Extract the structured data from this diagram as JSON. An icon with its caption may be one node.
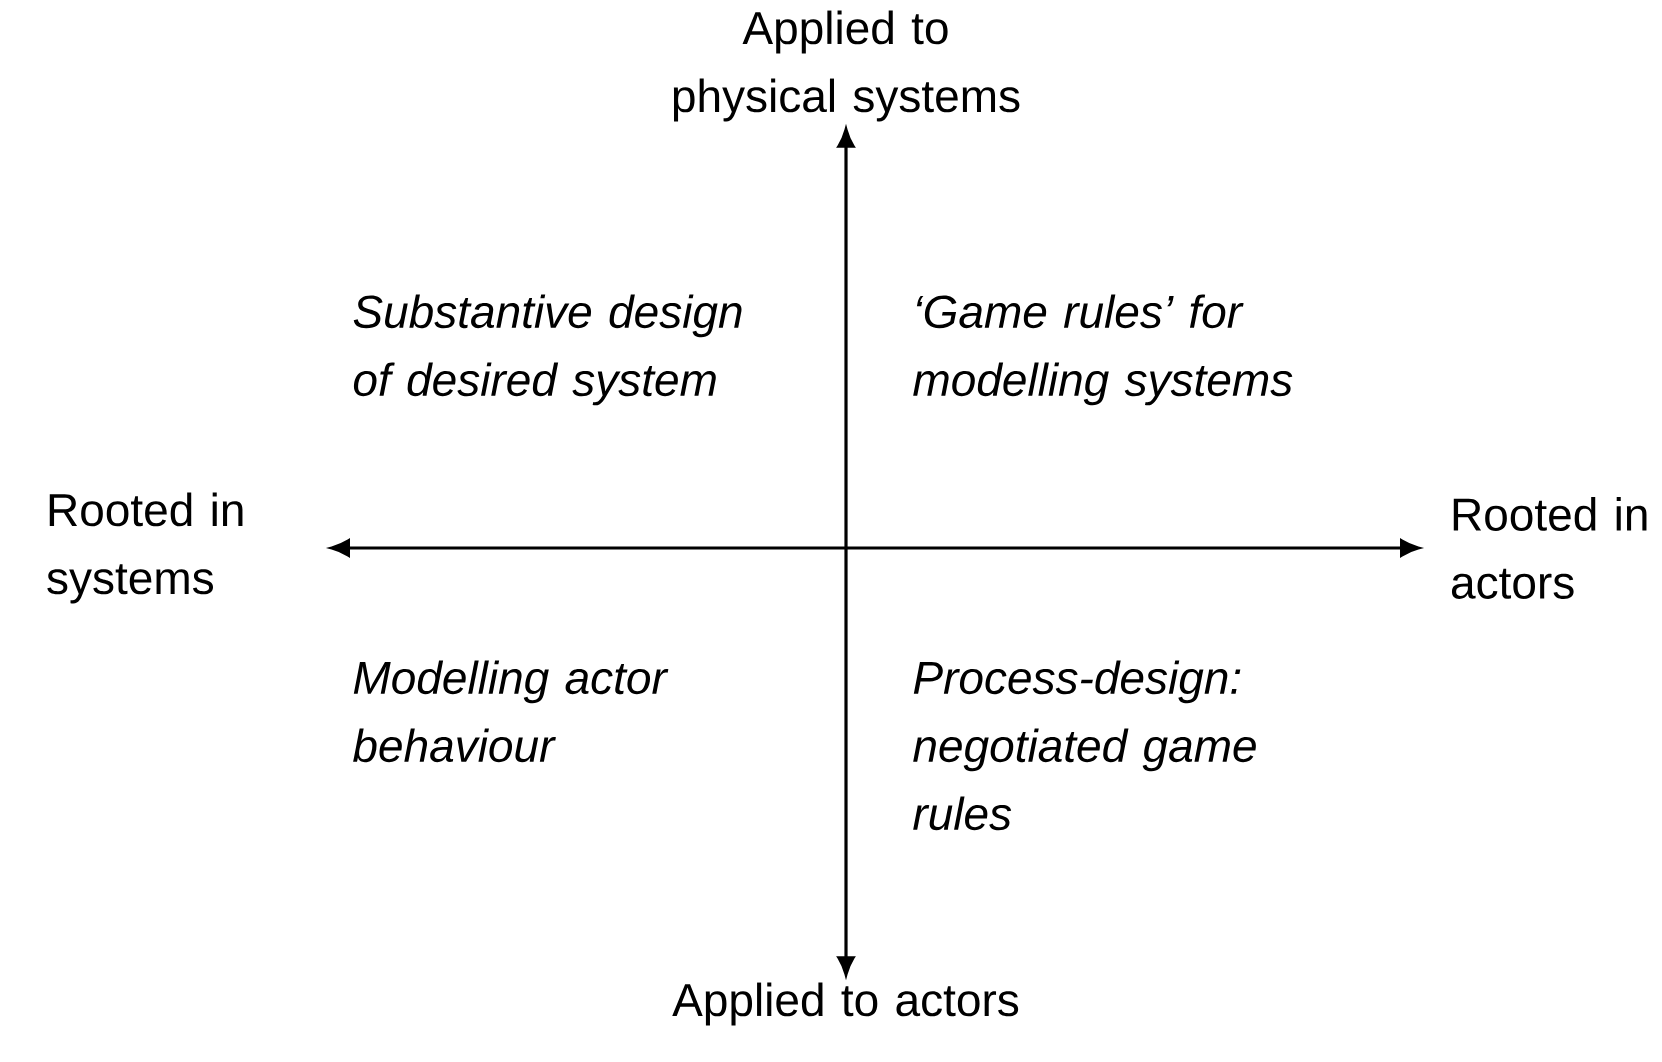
{
  "diagram": {
    "nodes": [
      {
        "text": [
          "Applied to physical systems"
        ]
      },
      {
        "text": [
          "Rooted in systems"
        ]
      },
      {
        "text": [
          "Rooted in actors"
        ]
      },
      {
        "text": [
          "Applied to actors"
        ]
      }
    ],
    "edges": [
      {
        "from": 3,
        "to": 0,
        "arrow": "both"
      },
      {
        "from": 1,
        "to": 2,
        "arrow": "both"
      }
    ],
    "labels": [
      "Substantive design of desired system",
      "‘Game rules’ for modelling systems",
      "Modelling actor behaviour",
      "Process-design: negotiated game rules"
    ]
  }
}
